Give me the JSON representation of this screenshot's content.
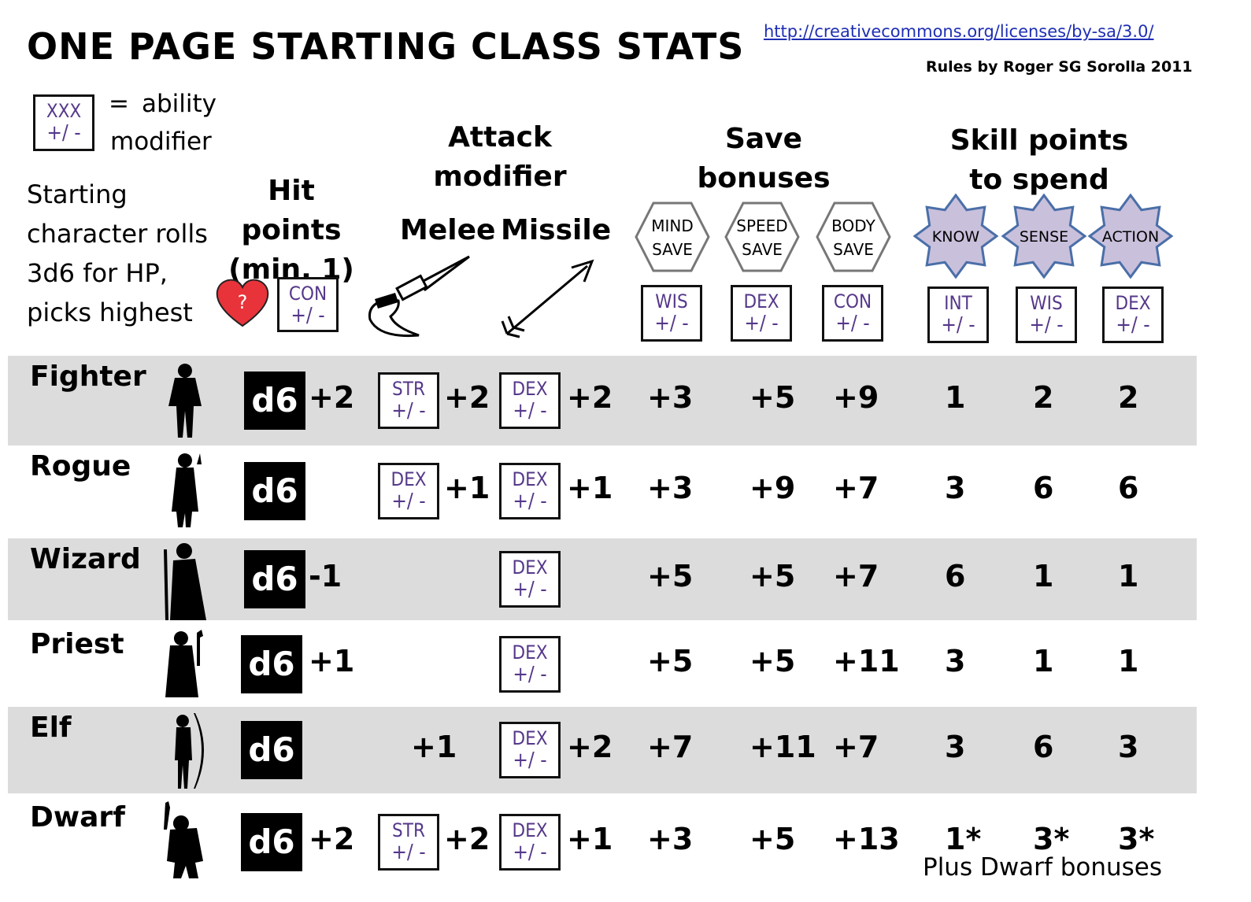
{
  "title": "ONE PAGE STARTING CLASS STATS",
  "license_link": "http://creativecommons.org/licenses/by-sa/3.0/",
  "credit": "Rules by Roger SG Sorolla 2011",
  "legend": {
    "box_top": "XXX",
    "box_bottom": "+/ -",
    "eq": "=",
    "line1": "ability",
    "line2": "modifier"
  },
  "intro": [
    "Starting",
    "character rolls",
    "3d6 for HP,",
    "picks highest"
  ],
  "headers": {
    "hp": [
      "Hit points",
      "(min. 1)"
    ],
    "attack": [
      "Attack",
      "modifier"
    ],
    "melee": "Melee",
    "missile": "Missile",
    "save": [
      "Save",
      "bonuses"
    ],
    "skill": [
      "Skill points",
      "to spend"
    ]
  },
  "hp_heart": "?",
  "hp_mod": "CON",
  "pm": "+/ -",
  "saves": [
    {
      "l1": "MIND",
      "l2": "SAVE",
      "ab": "WIS"
    },
    {
      "l1": "SPEED",
      "l2": "SAVE",
      "ab": "DEX"
    },
    {
      "l1": "BODY",
      "l2": "SAVE",
      "ab": "CON"
    }
  ],
  "skills": [
    {
      "label": "KNOW",
      "ab": "INT"
    },
    {
      "label": "SENSE",
      "ab": "WIS"
    },
    {
      "label": "ACTION",
      "ab": "DEX"
    }
  ],
  "classes": [
    {
      "name": "Fighter",
      "die": "d6",
      "hp": "+2",
      "melee_ab": "STR",
      "melee": "+2",
      "missile_ab": "DEX",
      "missile": "+2",
      "mind": "+3",
      "speed": "+5",
      "body": "+9",
      "know": "1",
      "sense": "2",
      "action": "2"
    },
    {
      "name": "Rogue",
      "die": "d6",
      "hp": "",
      "melee_ab": "DEX",
      "melee": "+1",
      "missile_ab": "DEX",
      "missile": "+1",
      "mind": "+3",
      "speed": "+9",
      "body": "+7",
      "know": "3",
      "sense": "6",
      "action": "6"
    },
    {
      "name": "Wizard",
      "die": "d6",
      "hp": "-1",
      "melee_ab": "",
      "melee": "",
      "missile_ab": "DEX",
      "missile": "",
      "mind": "+5",
      "speed": "+5",
      "body": "+7",
      "know": "6",
      "sense": "1",
      "action": "1"
    },
    {
      "name": "Priest",
      "die": "d6",
      "hp": "+1",
      "melee_ab": "",
      "melee": "",
      "missile_ab": "DEX",
      "missile": "",
      "mind": "+5",
      "speed": "+5",
      "body": "+11",
      "know": "3",
      "sense": "1",
      "action": "1"
    },
    {
      "name": "Elf",
      "die": "d6",
      "hp": "",
      "melee_ab": "",
      "melee": "+1",
      "missile_ab": "DEX",
      "missile": "+2",
      "mind": "+7",
      "speed": "+11",
      "body": "+7",
      "know": "3",
      "sense": "6",
      "action": "3"
    },
    {
      "name": "Dwarf",
      "die": "d6",
      "hp": "+2",
      "melee_ab": "STR",
      "melee": "+2",
      "missile_ab": "DEX",
      "missile": "+1",
      "mind": "+3",
      "speed": "+5",
      "body": "+13",
      "know": "1*",
      "sense": "3*",
      "action": "3*"
    }
  ],
  "dwarf_note": "Plus Dwarf bonuses"
}
